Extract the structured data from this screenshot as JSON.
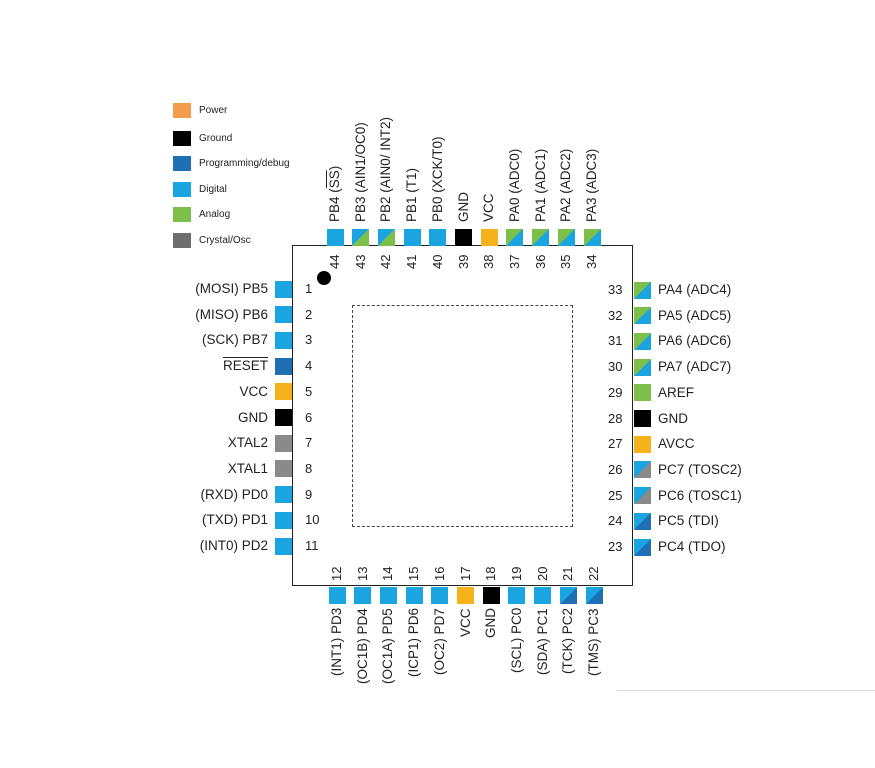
{
  "legend": [
    {
      "key": "power",
      "label": "Power",
      "color": "#f39c4b"
    },
    {
      "key": "ground",
      "label": "Ground",
      "color": "#000000"
    },
    {
      "key": "prog",
      "label": "Programming/debug",
      "color": "#1f6fb5"
    },
    {
      "key": "digital",
      "label": "Digital",
      "color": "#1aa5e0"
    },
    {
      "key": "analog",
      "label": "Analog",
      "color": "#7cc04b"
    },
    {
      "key": "crystal",
      "label": "Crystal/Osc",
      "color": "#6e6e6e"
    }
  ],
  "pad_colors": {
    "power": "#f5b21a",
    "ground": "#000000",
    "prog": "#1f6fb5",
    "digital": "#1aa5e0",
    "analog": "#7cc04b",
    "crystal": "#8a8a8a"
  },
  "pins": [
    {
      "num": "1",
      "label": "(MOSI) PB5",
      "types": [
        "digital"
      ]
    },
    {
      "num": "2",
      "label": "(MISO) PB6",
      "types": [
        "digital"
      ]
    },
    {
      "num": "3",
      "label": "(SCK) PB7",
      "types": [
        "digital"
      ]
    },
    {
      "num": "4",
      "label": "RESET",
      "types": [
        "prog"
      ],
      "overline": true
    },
    {
      "num": "5",
      "label": "VCC",
      "types": [
        "power"
      ]
    },
    {
      "num": "6",
      "label": "GND",
      "types": [
        "ground"
      ]
    },
    {
      "num": "7",
      "label": "XTAL2",
      "types": [
        "crystal"
      ]
    },
    {
      "num": "8",
      "label": "XTAL1",
      "types": [
        "crystal"
      ]
    },
    {
      "num": "9",
      "label": "(RXD) PD0",
      "types": [
        "digital"
      ]
    },
    {
      "num": "10",
      "label": "(TXD) PD1",
      "types": [
        "digital"
      ]
    },
    {
      "num": "11",
      "label": "(INT0) PD2",
      "types": [
        "digital"
      ]
    },
    {
      "num": "12",
      "label": "(INT1) PD3",
      "types": [
        "digital"
      ]
    },
    {
      "num": "13",
      "label": "(OC1B) PD4",
      "types": [
        "digital"
      ]
    },
    {
      "num": "14",
      "label": "(OC1A) PD5",
      "types": [
        "digital"
      ]
    },
    {
      "num": "15",
      "label": "(ICP1) PD6",
      "types": [
        "digital"
      ]
    },
    {
      "num": "16",
      "label": "(OC2) PD7",
      "types": [
        "digital"
      ]
    },
    {
      "num": "17",
      "label": "VCC",
      "types": [
        "power"
      ]
    },
    {
      "num": "18",
      "label": "GND",
      "types": [
        "ground"
      ]
    },
    {
      "num": "19",
      "label": "(SCL) PC0",
      "types": [
        "digital"
      ]
    },
    {
      "num": "20",
      "label": "(SDA) PC1",
      "types": [
        "digital"
      ]
    },
    {
      "num": "21",
      "label": "(TCK) PC2",
      "types": [
        "digital",
        "prog"
      ]
    },
    {
      "num": "22",
      "label": "(TMS) PC3",
      "types": [
        "digital",
        "prog"
      ]
    },
    {
      "num": "23",
      "label": "PC4 (TDO)",
      "types": [
        "digital",
        "prog"
      ]
    },
    {
      "num": "24",
      "label": "PC5 (TDI)",
      "types": [
        "digital",
        "prog"
      ]
    },
    {
      "num": "25",
      "label": "PC6 (TOSC1)",
      "types": [
        "digital",
        "crystal"
      ]
    },
    {
      "num": "26",
      "label": "PC7 (TOSC2)",
      "types": [
        "digital",
        "crystal"
      ]
    },
    {
      "num": "27",
      "label": "AVCC",
      "types": [
        "power"
      ]
    },
    {
      "num": "28",
      "label": "GND",
      "types": [
        "ground"
      ]
    },
    {
      "num": "29",
      "label": "AREF",
      "types": [
        "analog"
      ]
    },
    {
      "num": "30",
      "label": "PA7 (ADC7)",
      "types": [
        "analog",
        "digital"
      ]
    },
    {
      "num": "31",
      "label": "PA6 (ADC6)",
      "types": [
        "analog",
        "digital"
      ]
    },
    {
      "num": "32",
      "label": "PA5 (ADC5)",
      "types": [
        "analog",
        "digital"
      ]
    },
    {
      "num": "33",
      "label": "PA4 (ADC4)",
      "types": [
        "analog",
        "digital"
      ]
    },
    {
      "num": "34",
      "label": "PA3 (ADC3)",
      "types": [
        "analog",
        "digital"
      ]
    },
    {
      "num": "35",
      "label": "PA2 (ADC2)",
      "types": [
        "analog",
        "digital"
      ]
    },
    {
      "num": "36",
      "label": "PA1 (ADC1)",
      "types": [
        "analog",
        "digital"
      ]
    },
    {
      "num": "37",
      "label": "PA0 (ADC0)",
      "types": [
        "analog",
        "digital"
      ]
    },
    {
      "num": "38",
      "label": "VCC",
      "types": [
        "power"
      ]
    },
    {
      "num": "39",
      "label": "GND",
      "types": [
        "ground"
      ]
    },
    {
      "num": "40",
      "label": "PB0 (XCK/T0)",
      "types": [
        "digital"
      ]
    },
    {
      "num": "41",
      "label": "PB1 (T1)",
      "types": [
        "digital"
      ]
    },
    {
      "num": "42",
      "label": "PB2 (AIN0/ INT2)",
      "types": [
        "digital",
        "analog"
      ]
    },
    {
      "num": "43",
      "label": "PB3 (AIN1/OC0)",
      "types": [
        "digital",
        "analog"
      ]
    },
    {
      "num": "44",
      "label": "PB4 (SS)",
      "types": [
        "digital"
      ],
      "overline_part": "SS"
    }
  ]
}
